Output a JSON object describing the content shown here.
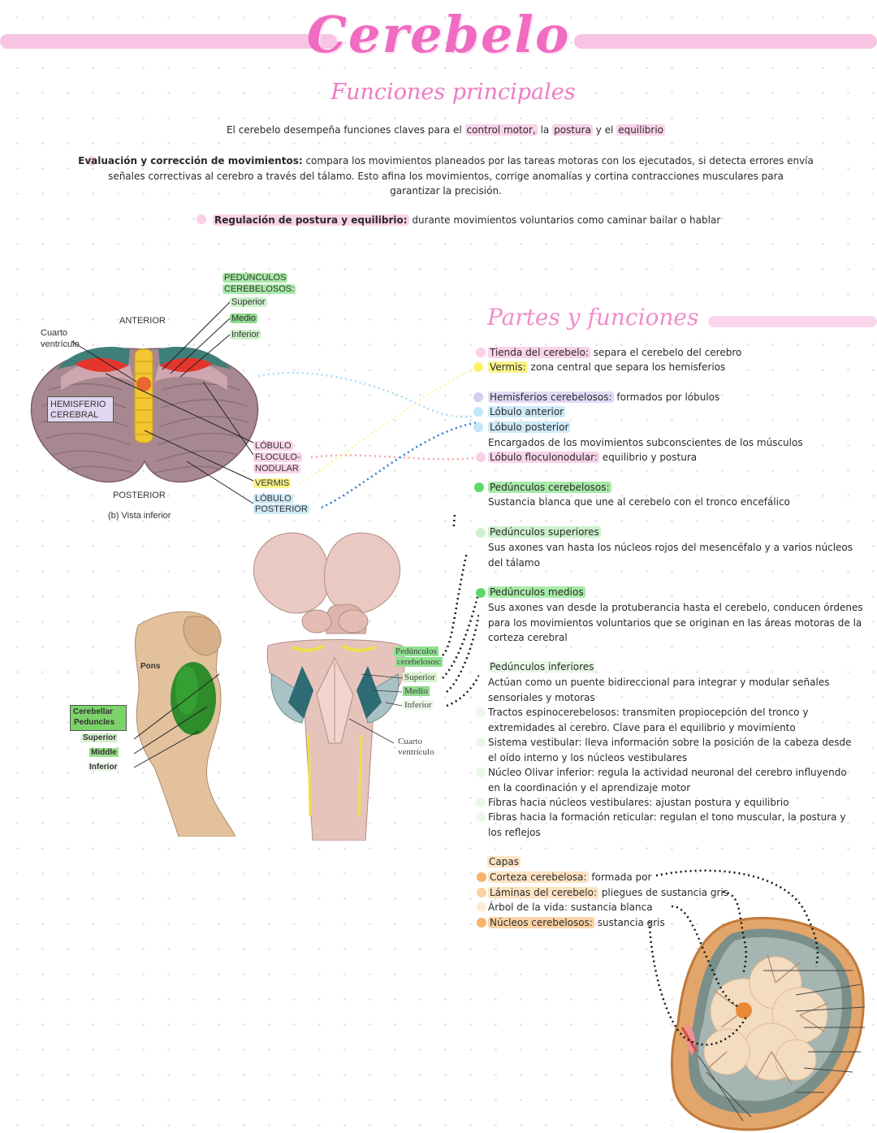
{
  "header": {
    "title": "Cerebelo",
    "subtitle": "Funciones principales"
  },
  "intro": {
    "text_before": "El cerebelo desempeña funciones claves para el ",
    "hl1": "control motor,",
    "mid1": " la ",
    "hl2": "postura",
    "mid2": " y el ",
    "hl3": "equilibrio"
  },
  "functions": [
    {
      "title": "Evaluación y corrección de movimientos:",
      "line1": " compara los movimientos planeados por las tareas motoras con los ejecutados, si detecta errores envía",
      "line2": "señales correctivas al cerebro a través del tálamo. Esto afina los movimientos, corrige anomalías y cortina contracciones musculares para",
      "line3": "garantizar la precisión."
    },
    {
      "title": "Regulación de postura y equilibrio:",
      "text": " durante movimientos voluntarios como caminar bailar o hablar"
    }
  ],
  "diagram_inferior": {
    "peduncles_title_1": "PEDÚNCULOS",
    "peduncles_title_2": "CEREBELOSOS:",
    "superior": "Superior",
    "medio": "Medio",
    "inferior": "Inferior",
    "anterior": "ANTERIOR",
    "cuarto_1": "Cuarto",
    "cuarto_2": "ventrículo",
    "hemisferio_1": "HEMISFERIO",
    "hemisferio_2": "CEREBRAL",
    "lobulo_floc_1": "LÓBULO",
    "lobulo_floc_2": "FLOCULO-",
    "lobulo_floc_3": "NODULAR",
    "vermis": "VERMIS",
    "lobulo_post_1": "LÓBULO",
    "lobulo_post_2": "POSTERIOR",
    "posterior": "POSTERIOR",
    "caption": "(b) Vista inferior"
  },
  "diagram_lateral": {
    "pons": "Pons",
    "cerebellar_1": "Cerebellar",
    "cerebellar_2": "Peduncles",
    "superior": "Superior",
    "middle": "Middle",
    "inferior": "Inferior"
  },
  "diagram_brainstem": {
    "pedunculos_1": "Pedúnculos",
    "pedunculos_2": "cerebelosos:",
    "superior": "Superior",
    "medio": "Medio",
    "inferior": "Inferior",
    "cuarto_1": "Cuarto",
    "cuarto_2": "ventrículo"
  },
  "partes": {
    "title": "Partes y funciones",
    "tienda_term": "Tienda del cerebelo:",
    "tienda_def": " separa el cerebelo del cerebro",
    "vermis_term": "Vermis:",
    "vermis_def": " zona central que separa los hemisferios",
    "hemis_term": "Hemisferios cerebelosos:",
    "hemis_def": " formados por lóbulos",
    "lob_ant": "Lóbulo anterior",
    "lob_post": "Lóbulo posterior",
    "encargados": "Encargados de los movimientos subconscientes de los músculos",
    "floc_term": "Lóbulo floculonodular:",
    "floc_def": " equilibrio y postura",
    "ped_term": "Pedúnculos cerebelosos:",
    "ped_def": "Sustancia blanca que une al cerebelo con el tronco encefálico",
    "sup_term": "Pedúnculos superiores",
    "sup_def_1": "Sus axones van hasta los núcleos rojos del mesencéfalo y a varios núcleos",
    "sup_def_2": "del tálamo",
    "med_term": "Pedúnculos medios",
    "med_def_1": "Sus axones van desde la protuberancia hasta el cerebelo, conducen órdenes",
    "med_def_2": "para los movimientos voluntarios que se originan en las áreas motoras de la",
    "med_def_3": "corteza cerebral",
    "inf_term": "Pedúnculos inferiores",
    "inf_def_1": "Actúan como un puente bidireccional para integrar y modular señales",
    "inf_def_2": "sensoriales y motoras",
    "tractos_term": "Tractos espinocerebelosos:",
    "tractos_def_1": " transmiten propiocepción del tronco y",
    "tractos_def_2": "extremidades al cerebro. Clave para el equilibrio y movimiento",
    "vest_term": "Sistema vestibular:",
    "vest_def_1": " lleva información sobre la posición de la cabeza desde",
    "vest_def_2": "el oído interno y los núcleos vestibulares",
    "oliv_term": "Núcleo Olivar inferior:",
    "oliv_def_1": " regula la actividad neuronal del cerebro influyendo",
    "oliv_def_2": "en la coordinación y el aprendizaje motor",
    "fib_vest_term": "Fibras hacia núcleos vestibulares:",
    "fib_vest_def": " ajustan postura y equilibrio",
    "fib_ret_term": "Fibras hacia la formación reticular:",
    "fib_ret_def_1": " regulan el tono muscular, la postura y",
    "fib_ret_def_2": "los reflejos"
  },
  "capas": {
    "title": "Capas",
    "corteza_term": "Corteza cerebelosa:",
    "corteza_def": " formada por",
    "laminas_term": "Láminas del cerebelo:",
    "laminas_def": " pliegues de sustancia gris",
    "arbol_term": "Árbol de la vida:",
    "arbol_def": " sustancia blanca",
    "nucleos_term": "Núcleos cerebelosos:",
    "nucleos_def": " sustancia gris"
  },
  "colors": {
    "title_pink": "#f06bc2",
    "pink_bullet": "#f9c6e3",
    "yellow_bullet": "#fbf26a",
    "lilac_bullet": "#d6cdf4",
    "blue_bullet": "#c4e6f7",
    "green_bullet": "#5fd86a",
    "orange_bullet": "#f9b36b"
  }
}
